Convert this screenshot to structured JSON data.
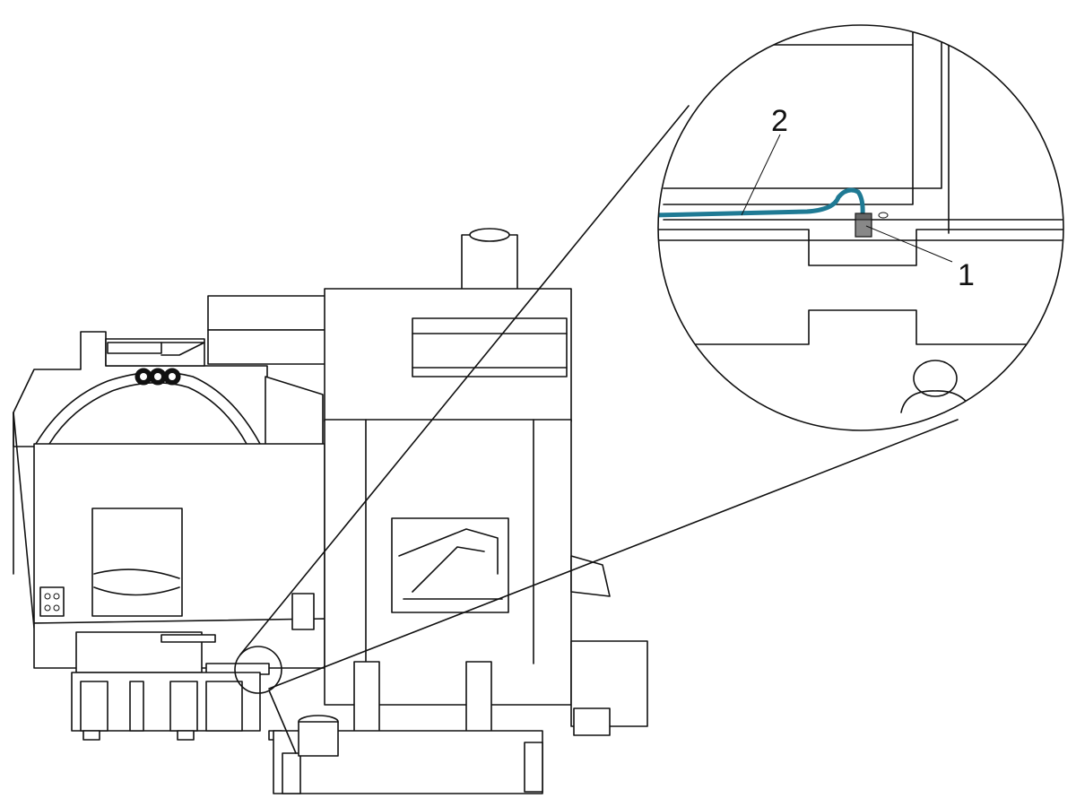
{
  "callouts": [
    {
      "id": "1",
      "label": "1"
    },
    {
      "id": "2",
      "label": "2"
    }
  ],
  "colors": {
    "line": "#111111",
    "hose": "#1f7a94",
    "sensor": "#888888",
    "background": "#ffffff"
  }
}
